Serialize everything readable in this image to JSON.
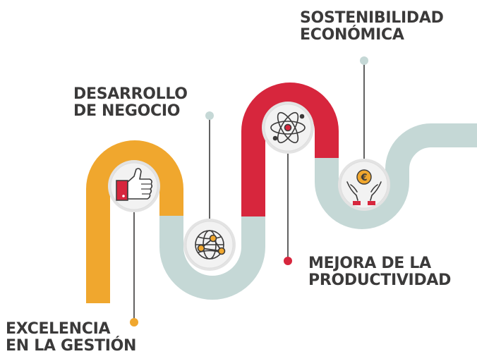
{
  "colors": {
    "orange": "#f0a72e",
    "red": "#d7263d",
    "teal": "#c5d8d6",
    "dark": "#3b3a3a",
    "node_bg": "#eeeeee"
  },
  "labels": {
    "excelencia": {
      "line1": "EXCELENCIA",
      "line2": "EN LA GESTIÓN"
    },
    "desarrollo": {
      "line1": "DESARROLLO",
      "line2": "DE NEGOCIO"
    },
    "sostenibilidad": {
      "line1": "SOSTENIBILIDAD",
      "line2": "ECONÓMICA"
    },
    "mejora": {
      "line1": "MEJORA DE LA",
      "line2": "PRODUCTIVIDAD"
    }
  },
  "icons": {
    "excelencia": "thumbs-up-icon",
    "desarrollo": "network-globe-icon",
    "mejora": "atom-icon",
    "sostenibilidad": "euro-hands-icon"
  },
  "euro_symbol": "€"
}
